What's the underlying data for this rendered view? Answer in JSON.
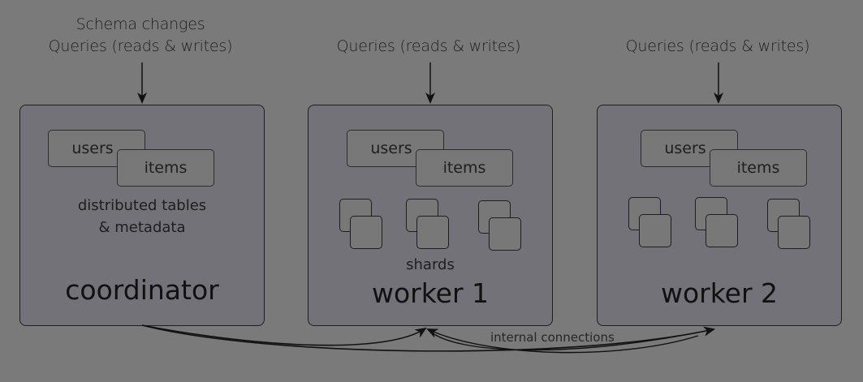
{
  "diagram": {
    "inputs": {
      "coordinator": [
        "Schema changes",
        "Queries (reads & writes)"
      ],
      "worker1": [
        "Queries (reads & writes)"
      ],
      "worker2": [
        "Queries (reads & writes)"
      ]
    },
    "coordinator": {
      "title": "coordinator",
      "tables": [
        "users",
        "items"
      ],
      "caption_line1": "distributed tables",
      "caption_line2": "& metadata"
    },
    "worker1": {
      "title": "worker 1",
      "tables": [
        "users",
        "items"
      ],
      "shard_groups": 3,
      "shards_label": "shards"
    },
    "worker2": {
      "title": "worker 2",
      "tables": [
        "users",
        "items"
      ],
      "shard_groups": 3
    },
    "connections": {
      "label": "internal connections",
      "edges": [
        {
          "from": "coordinator",
          "to": "worker1"
        },
        {
          "from": "coordinator",
          "to": "worker2"
        },
        {
          "from": "worker2",
          "to": "worker1"
        },
        {
          "from": "worker1",
          "to": "worker2"
        }
      ]
    },
    "colors": {
      "background": "#7a7a7a",
      "node_fill": "#727278",
      "box_fill": "#787878",
      "stroke": "#1e1e1e"
    }
  }
}
